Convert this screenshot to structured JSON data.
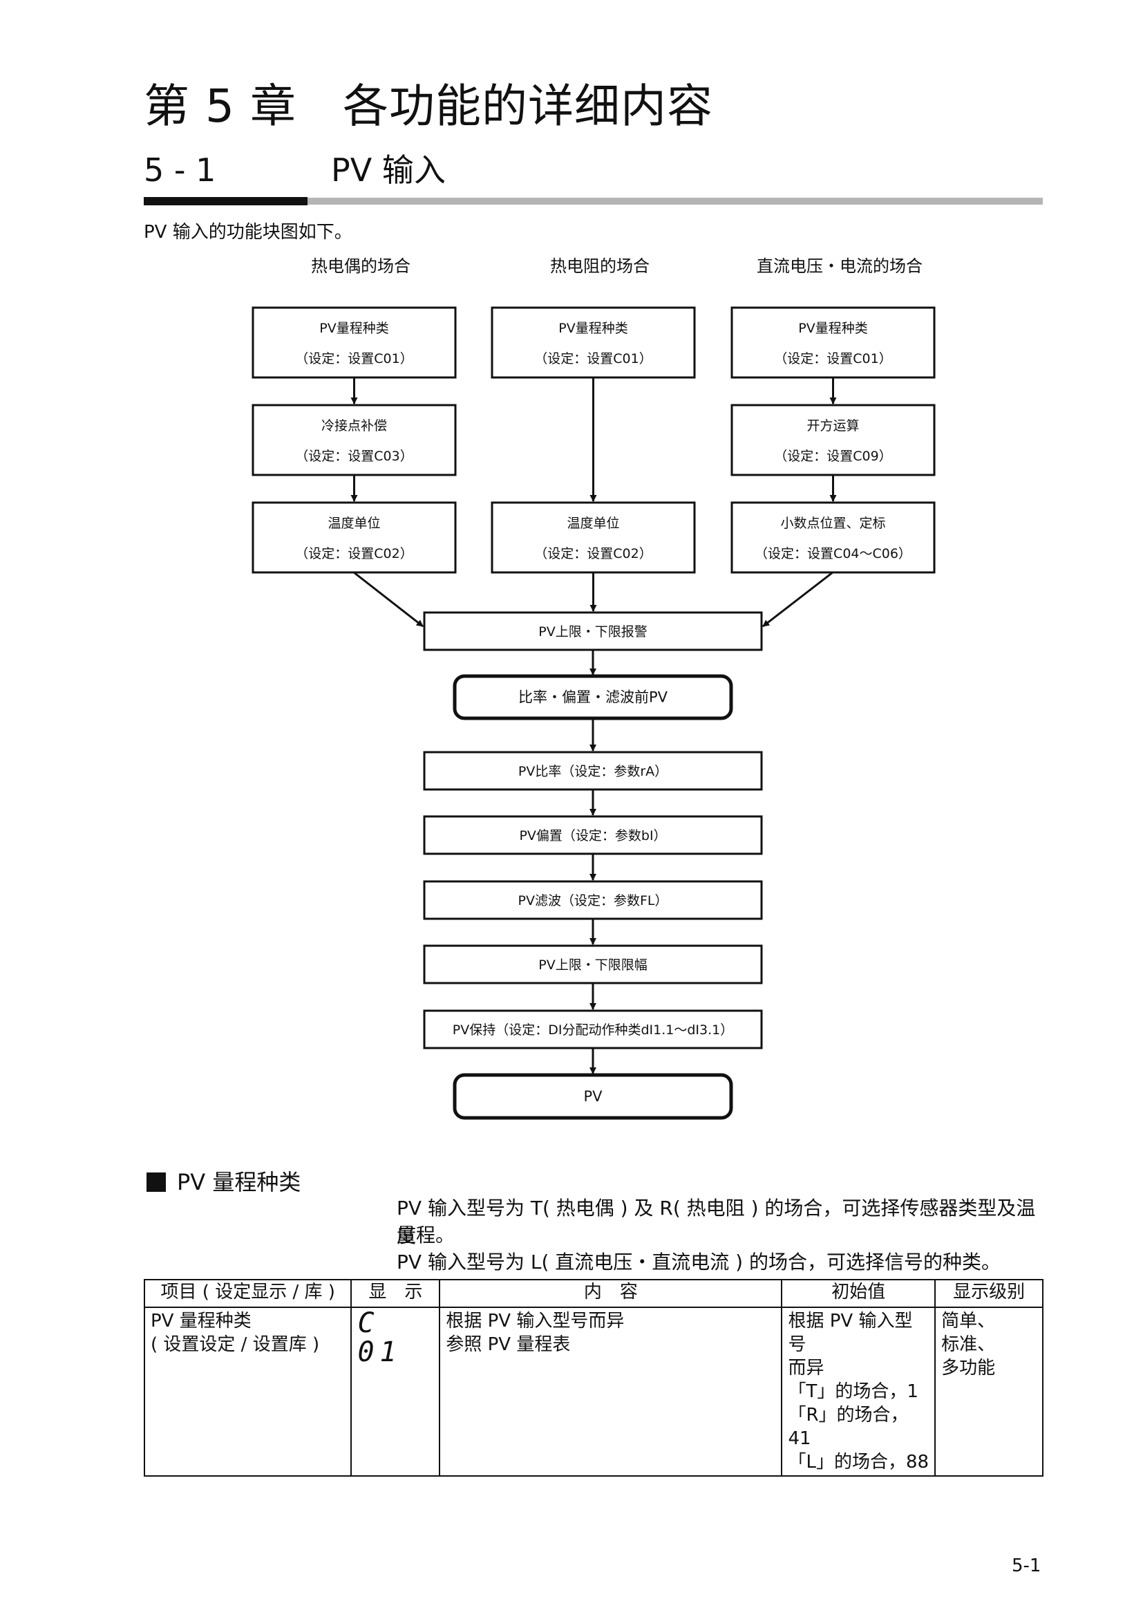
{
  "header": {
    "chapter_title": "第 5 章　各功能的详细内容",
    "section_number": "5 - 1",
    "section_title": "PV 输入"
  },
  "intro": "PV 输入的功能块图如下。",
  "diagram": {
    "columns": [
      "热电偶的场合",
      "热电阻的场合",
      "直流电压・电流的场合"
    ],
    "col1": [
      {
        "label": "PV量程种类",
        "setting": "（设定：设置C01）"
      },
      {
        "label": "冷接点补偿",
        "setting": "（设定：设置C03）"
      },
      {
        "label": "温度单位",
        "setting": "（设定：设置C02）"
      }
    ],
    "col2": [
      {
        "label": "PV量程种类",
        "setting": "（设定：设置C01）"
      },
      {
        "label": "温度单位",
        "setting": "（设定：设置C02）"
      }
    ],
    "col3": [
      {
        "label": "PV量程种类",
        "setting": "（设定：设置C01）"
      },
      {
        "label": "开方运算",
        "setting": "（设定：设置C09）"
      },
      {
        "label": "小数点位置、定标",
        "setting": "（设定：设置C04～C06）"
      }
    ],
    "chain": [
      {
        "label": "PV上限・下限报警",
        "style": "plain"
      },
      {
        "label": "比率・偏置・滤波前PV",
        "style": "rounded"
      },
      {
        "label": "PV比率（设定：参数rA）",
        "style": "plain"
      },
      {
        "label": "PV偏置（设定：参数bI）",
        "style": "plain"
      },
      {
        "label": "PV滤波（设定：参数FL）",
        "style": "plain"
      },
      {
        "label": "PV上限・下限限幅",
        "style": "plain"
      },
      {
        "label": "PV保持（设定：DI分配动作种类dI1.1～dI3.1）",
        "style": "plain"
      },
      {
        "label": "PV",
        "style": "rounded"
      }
    ]
  },
  "section": {
    "subheading": "PV 量程种类",
    "desc_line1": "PV 输入型号为 T( 热电偶 ) 及 R( 热电阻 ) 的场合，可选择传感器类型及温度",
    "desc_line2": "量程。",
    "desc_line3": "PV 输入型号为 L( 直流电压・直流电流 ) 的场合，可选择信号的种类。"
  },
  "table": {
    "headers": [
      "项目 ( 设定显示 / 库 )",
      "显　示",
      "内　容",
      "初始值",
      "显示级别"
    ],
    "row": {
      "item": [
        "PV 量程种类",
        "( 设置设定 / 设置库 )"
      ],
      "display": "C 01",
      "content": [
        "根据 PV 输入型号而异",
        "参照 PV 量程表"
      ],
      "initial": [
        "根据 PV 输入型号",
        "而异",
        "「T」的场合，1",
        "「R」的场合，41",
        "「L」的场合，88"
      ],
      "level": [
        "简单、",
        "标准、",
        "多功能"
      ]
    }
  },
  "page_number": "5-1"
}
